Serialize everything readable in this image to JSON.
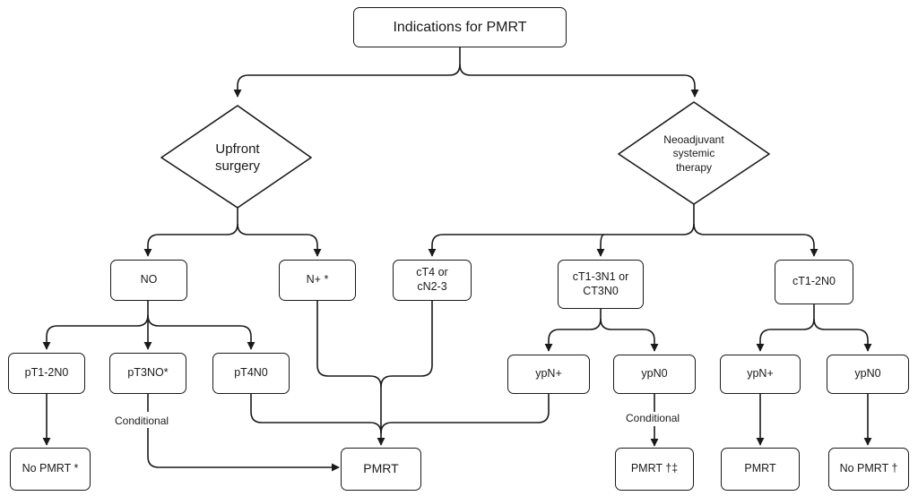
{
  "title": "Indications for PMRT",
  "decisions": {
    "upfront": "Upfront\nsurgery",
    "neoadjuvant": "Neoadjuvant\nsystemic\ntherapy"
  },
  "nodes": {
    "n0": "NO",
    "nplus": "N+ *",
    "ct4": "cT4 or\ncN2-3",
    "ct13": "cT1-3N1 or\nCT3N0",
    "ct12": "cT1-2N0",
    "pt12": "pT1-2N0",
    "pt3": "pT3NO*",
    "pt4": "pT4N0",
    "ypnplus_mid": "ypN+",
    "ypn0_mid": "ypN0",
    "ypnplus_right": "ypN+",
    "ypn0_right": "ypN0",
    "nopmrt_left": "No PMRT *",
    "pmrt_center": "PMRT",
    "pmrt_dagger": "PMRT †‡",
    "pmrt_right": "PMRT",
    "nopmrt_right": "No PMRT  †"
  },
  "labels": {
    "conditional_left": "Conditional",
    "conditional_right": "Conditional"
  }
}
